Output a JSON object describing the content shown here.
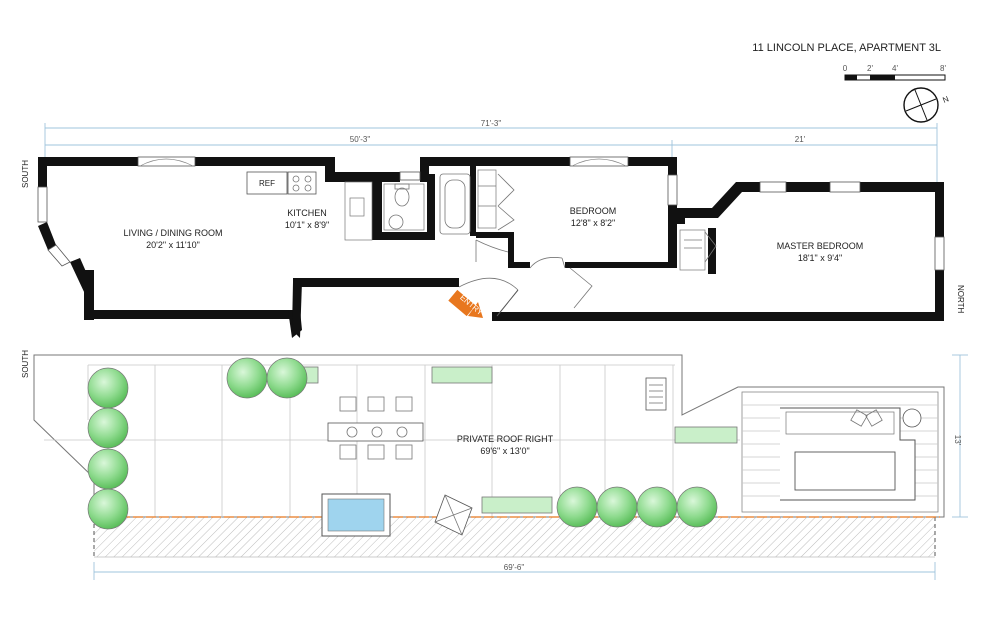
{
  "title": "11 LINCOLN PLACE, APARTMENT 3L",
  "scale": {
    "ticks": [
      "0",
      "2'",
      "4'",
      "8'"
    ]
  },
  "compass": {
    "north_label": "N"
  },
  "orientation": {
    "south_upper": "SOUTH",
    "south_lower": "SOUTH",
    "north": "NORTH"
  },
  "dimensions": {
    "overall_width": "71'-3\"",
    "west_section": "50'-3\"",
    "east_section": "21'",
    "roof_width": "69'-6\"",
    "roof_depth": "13'"
  },
  "rooms": [
    {
      "name": "LIVING / DINING ROOM",
      "size": "20'2\" x 11'10\""
    },
    {
      "name": "KITCHEN",
      "size": "10'1\" x 8'9\""
    },
    {
      "name": "BEDROOM",
      "size": "12'8\" x 8'2\""
    },
    {
      "name": "MASTER BEDROOM",
      "size": "18'1\" x 9'4\""
    }
  ],
  "fixtures": {
    "ref": "REF",
    "entry": "ENTRY"
  },
  "roof": {
    "name": "PRIVATE ROOF RIGHT",
    "size": "69'6\" x 13'0\""
  },
  "colors": {
    "wall": "#111111",
    "dimension": "#9fc4dc",
    "entry_arrow": "#e8771e",
    "tree": "#7fd27f",
    "planter": "#c9efc9",
    "edge_line": "#e8771e"
  }
}
